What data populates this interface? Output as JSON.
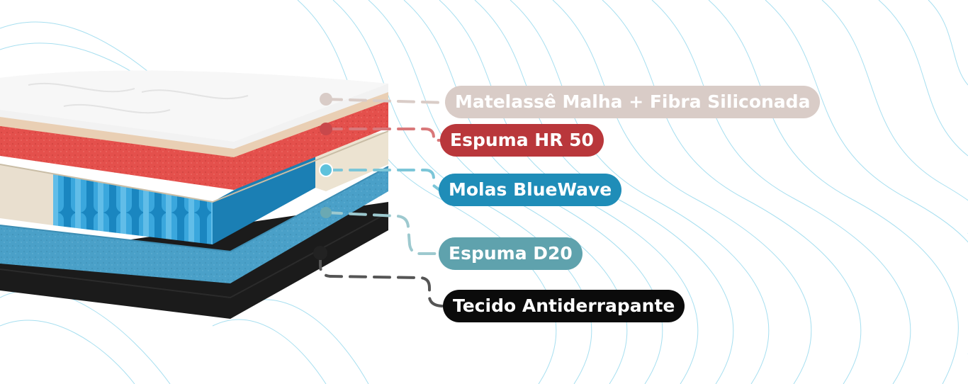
{
  "layers": [
    {
      "key": "topper",
      "label": "Matelassê Malha + Fibra Siliconada",
      "color": "#d9ccc7"
    },
    {
      "key": "hr50",
      "label": "Espuma HR 50",
      "color": "#b9373b"
    },
    {
      "key": "springs",
      "label": "Molas BlueWave",
      "color": "#1f8db8"
    },
    {
      "key": "d20",
      "label": "Espuma D20",
      "color": "#5fa2ad"
    },
    {
      "key": "base",
      "label": "Tecido Antiderrapante",
      "color": "#0b0b0b"
    }
  ]
}
